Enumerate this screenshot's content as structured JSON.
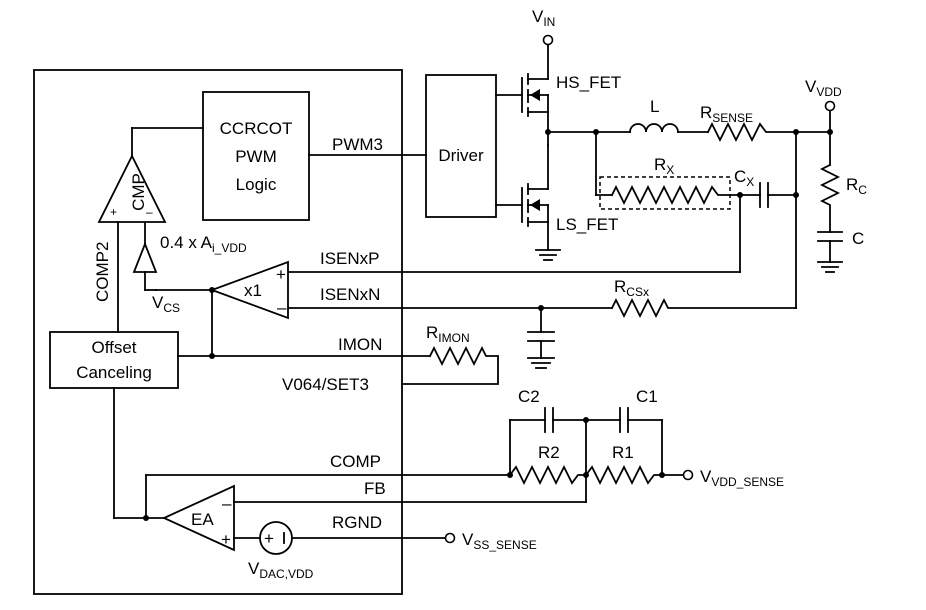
{
  "labels": {
    "vin": "V",
    "vin_sub": "IN",
    "hs_fet": "HS_FET",
    "ls_fet": "LS_FET",
    "vvdd": "V",
    "vvdd_sub": "VDD",
    "inductor": "L",
    "rsense": "R",
    "rsense_sub": "SENSE",
    "rx": "R",
    "rx_sub": "X",
    "cx": "C",
    "cx_sub": "X",
    "rc": "R",
    "rc_sub": "C",
    "c": "C",
    "ccrcot_line1": "CCRCOT",
    "ccrcot_line2": "PWM",
    "ccrcot_line3": "Logic",
    "pwm3": "PWM3",
    "driver": "Driver",
    "cmp": "CMP",
    "comp2": "COMP2",
    "gain_prefix": "0.4 x A",
    "gain_sub": "i_VDD",
    "vcs": "V",
    "vcs_sub": "CS",
    "x1": "x1",
    "isenxp": "ISENxP",
    "isenxn": "ISENxN",
    "rcsx": "R",
    "rcsx_sub": "CSx",
    "imon": "IMON",
    "rimon": "R",
    "rimon_sub": "IMON",
    "v064": "V064/SET3",
    "offset_line1": "Offset",
    "offset_line2": "Canceling",
    "c2": "C2",
    "c1": "C1",
    "r2": "R2",
    "r1": "R1",
    "comp": "COMP",
    "fb": "FB",
    "rgnd": "RGND",
    "ea": "EA",
    "vdd_sense": "V",
    "vdd_sense_sub": "VDD_SENSE",
    "vss_sense": "V",
    "vss_sense_sub": "SS_SENSE",
    "vdac": "V",
    "vdac_sub": "DAC,VDD"
  }
}
